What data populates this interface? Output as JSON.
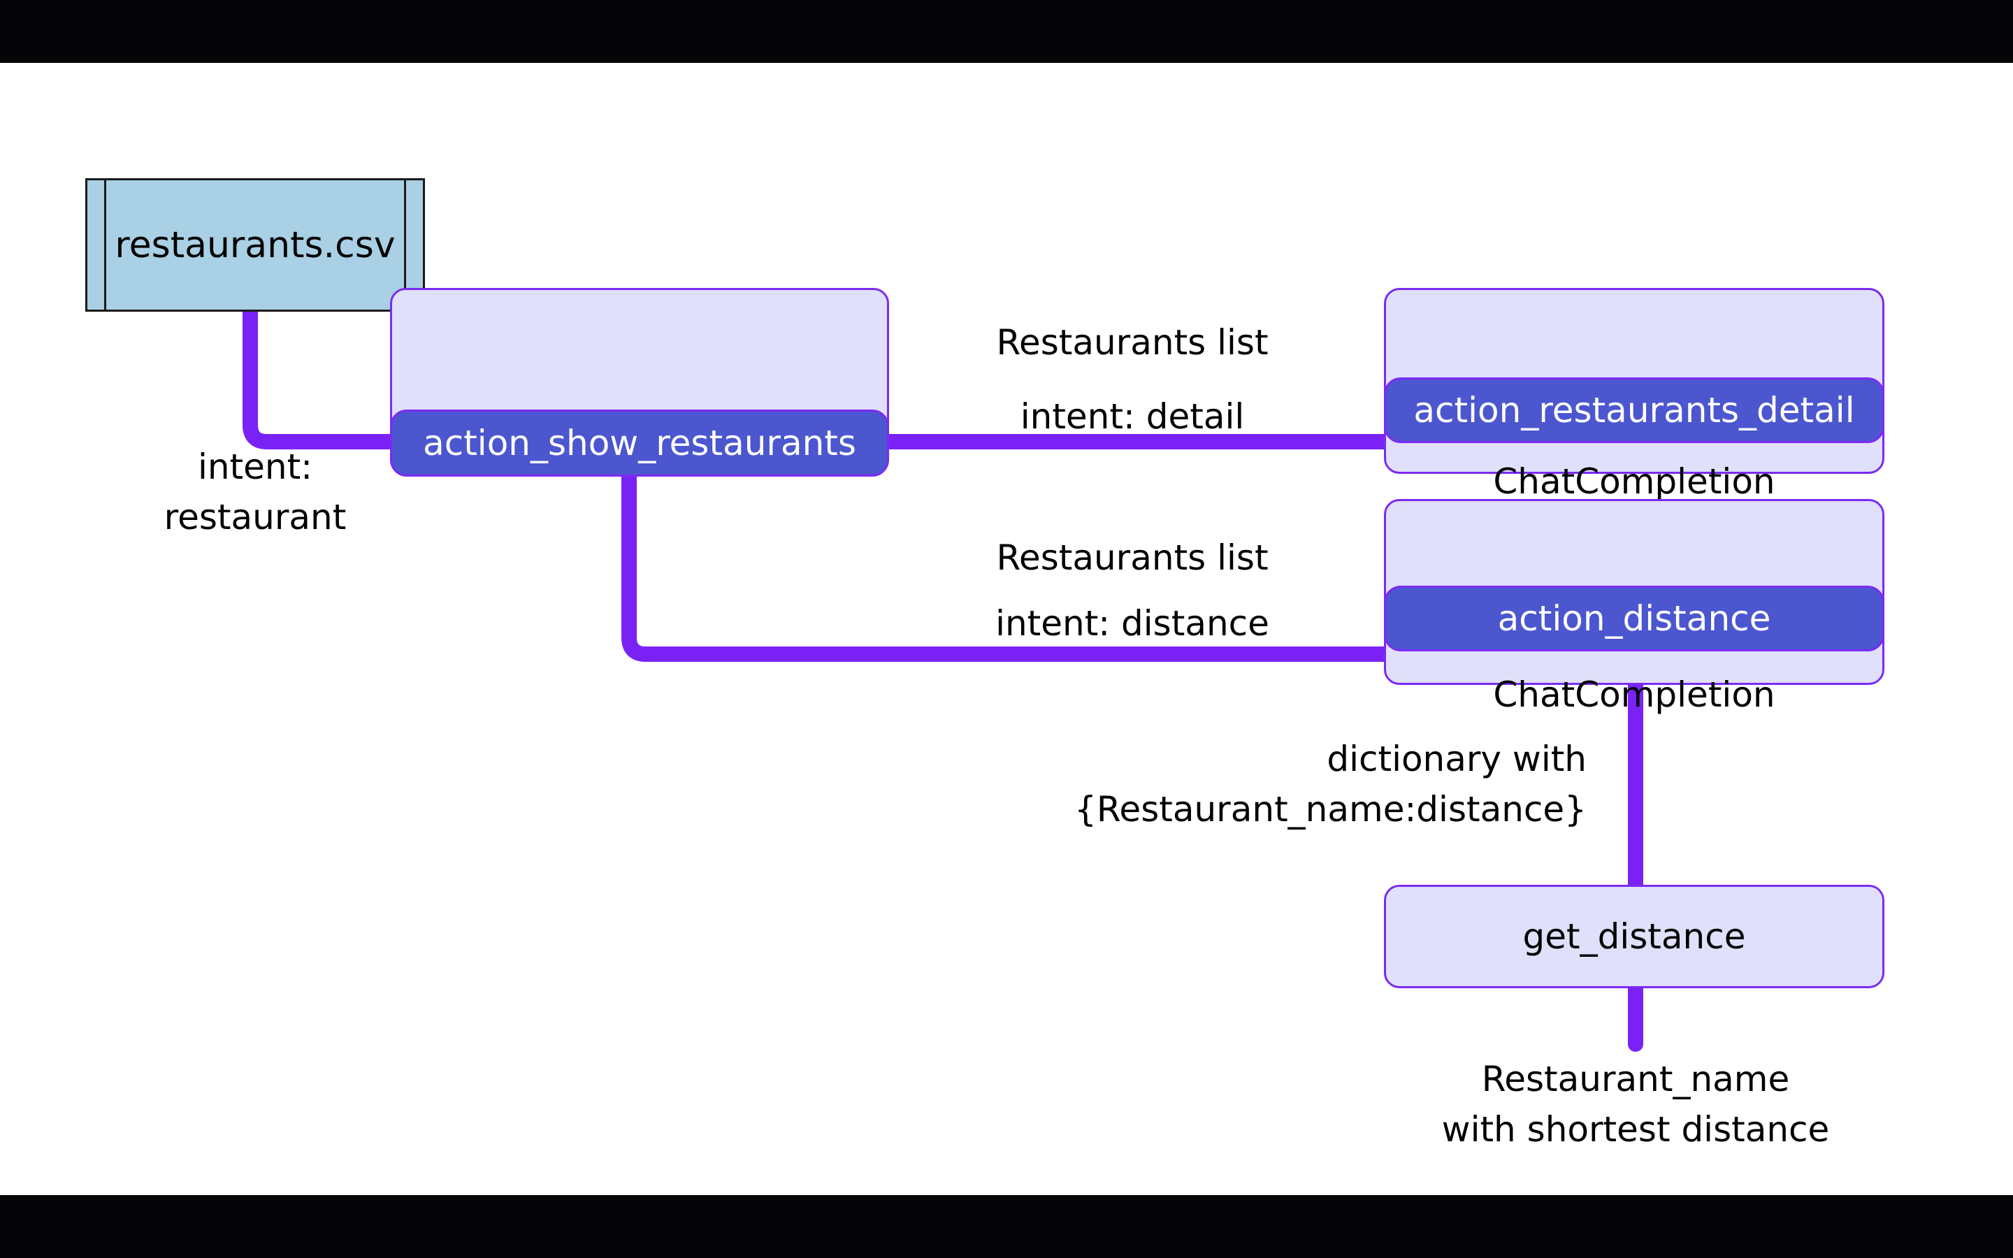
{
  "colors": {
    "connector": "#7a22f5",
    "node_fill": "#e0e0fb",
    "node_border": "#7b2bf2",
    "pill_fill": "#4b56cf",
    "file_fill": "#a9d0e4",
    "letterbox": "#050507"
  },
  "nodes": {
    "file": {
      "label": "restaurants.csv"
    },
    "show_restaurants": {
      "action": "action_show_restaurants"
    },
    "restaurants_detail": {
      "action": "action_restaurants_detail",
      "subtitle": "ChatCompletion"
    },
    "distance": {
      "action": "action_distance",
      "subtitle": "ChatCompletion"
    },
    "get_distance": {
      "label": "get_distance"
    }
  },
  "edge_labels": {
    "intent_restaurant": [
      "intent:",
      "restaurant"
    ],
    "detail_top": "Restaurants list",
    "detail_bottom": "intent: detail",
    "distance_top": "Restaurants list",
    "distance_bottom": "intent: distance",
    "dictionary": [
      "dictionary with",
      "{Restaurant_name:distance}"
    ],
    "output": [
      "Restaurant_name",
      "with shortest distance"
    ]
  }
}
